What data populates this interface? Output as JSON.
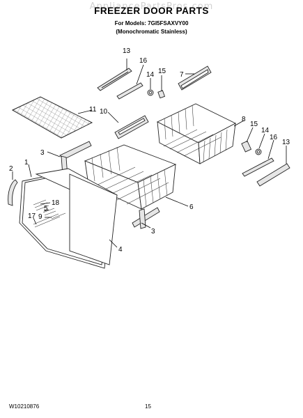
{
  "header": {
    "watermark": "AppliancePartsPros.com",
    "title": "FREEZER DOOR PARTS",
    "models_line": "For Models: 7GI5FSAXVY00",
    "subtitle": "(Monochromatic Stainless)"
  },
  "callouts": [
    {
      "id": "c13a",
      "label": "13"
    },
    {
      "id": "c16a",
      "label": "16"
    },
    {
      "id": "c14a",
      "label": "14"
    },
    {
      "id": "c15a",
      "label": "15"
    },
    {
      "id": "c7",
      "label": "7"
    },
    {
      "id": "c11",
      "label": "11"
    },
    {
      "id": "c10",
      "label": "10"
    },
    {
      "id": "c8",
      "label": "8"
    },
    {
      "id": "c15b",
      "label": "15"
    },
    {
      "id": "c14b",
      "label": "14"
    },
    {
      "id": "c16b",
      "label": "16"
    },
    {
      "id": "c13b",
      "label": "13"
    },
    {
      "id": "c3a",
      "label": "3"
    },
    {
      "id": "c2",
      "label": "2"
    },
    {
      "id": "c1",
      "label": "1"
    },
    {
      "id": "c18",
      "label": "18"
    },
    {
      "id": "c5",
      "label": "5"
    },
    {
      "id": "c9",
      "label": "9"
    },
    {
      "id": "c17",
      "label": "17"
    },
    {
      "id": "c6",
      "label": "6"
    },
    {
      "id": "c3b",
      "label": "3"
    },
    {
      "id": "c4",
      "label": "4"
    }
  ],
  "footer": {
    "doc_number": "W10210876",
    "page_number": "15"
  }
}
